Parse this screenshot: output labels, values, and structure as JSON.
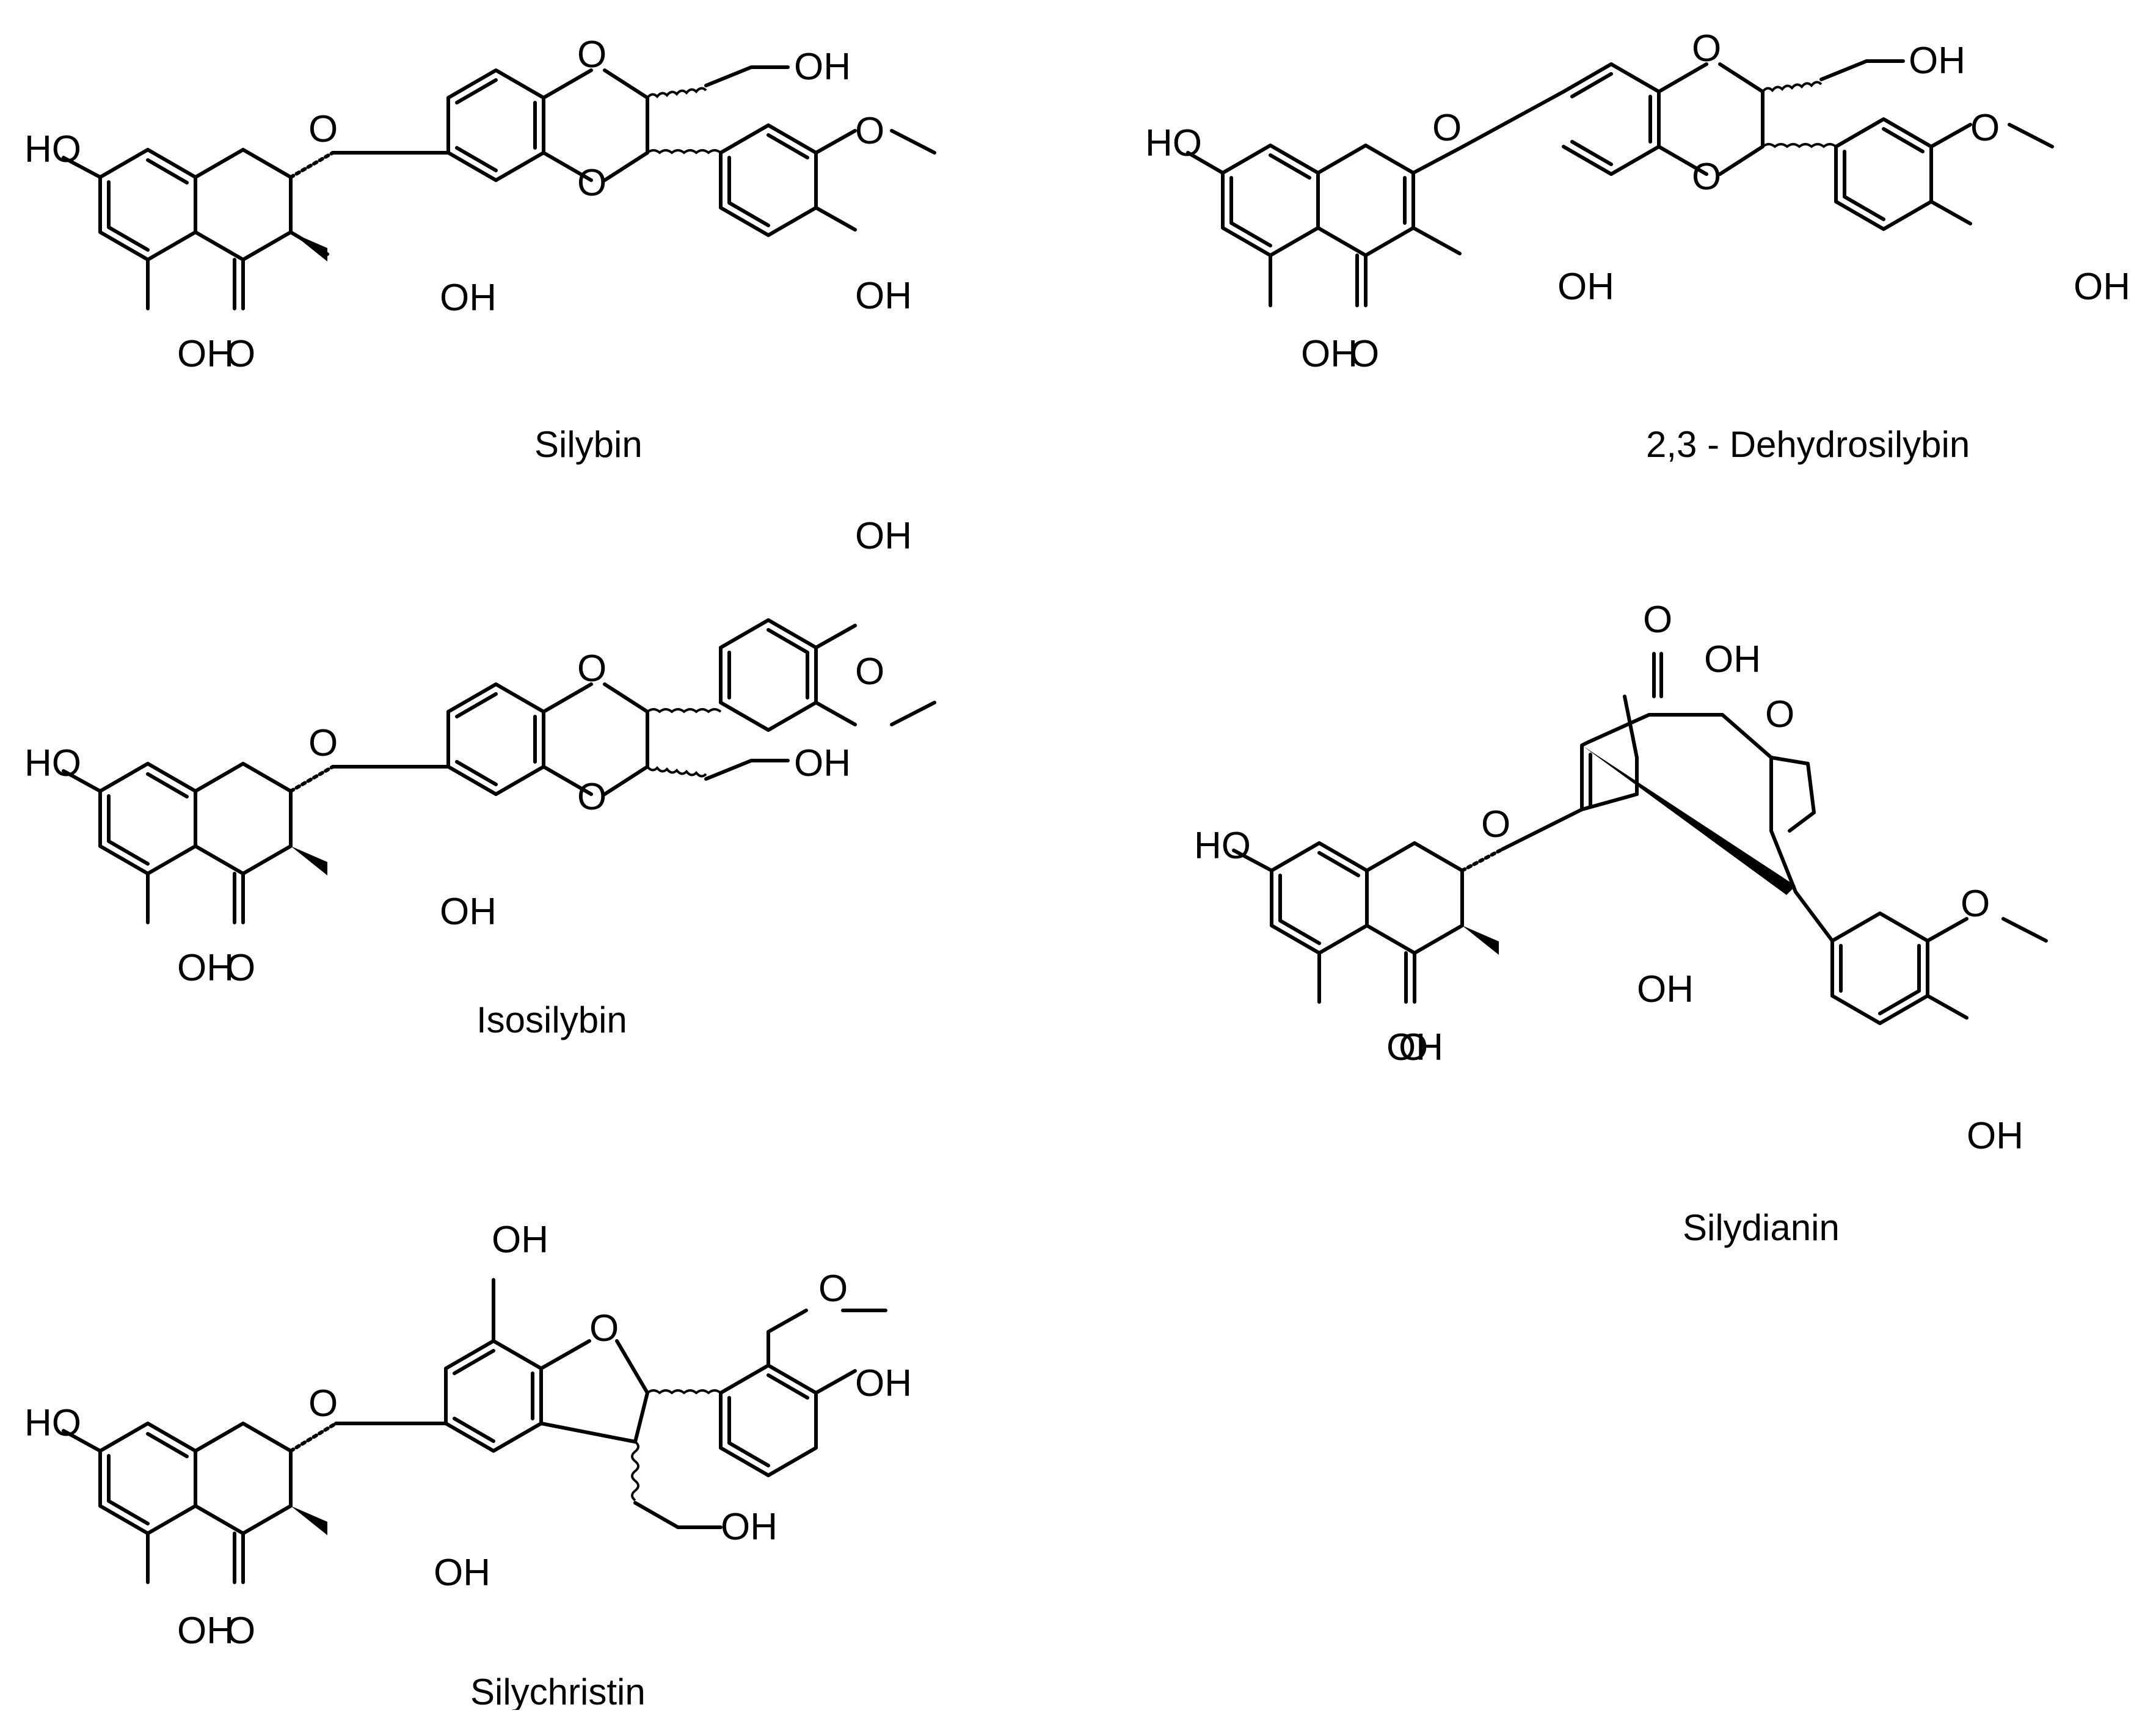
{
  "atom_labels": {
    "hydroxyl": "HO",
    "hydroxyl_r": "OH",
    "oxygen": "O"
  },
  "molecules": [
    {
      "id": "silybin",
      "caption": "Silybin"
    },
    {
      "id": "dehydrosilybin",
      "caption": "2,3 - Dehydrosilybin"
    },
    {
      "id": "isosilybin",
      "caption": "Isosilybin"
    },
    {
      "id": "silydianin",
      "caption": "Silydianin"
    },
    {
      "id": "silychristin",
      "caption": "Silychristin"
    }
  ],
  "colors": {
    "ink": "#000000",
    "background": "#ffffff"
  }
}
